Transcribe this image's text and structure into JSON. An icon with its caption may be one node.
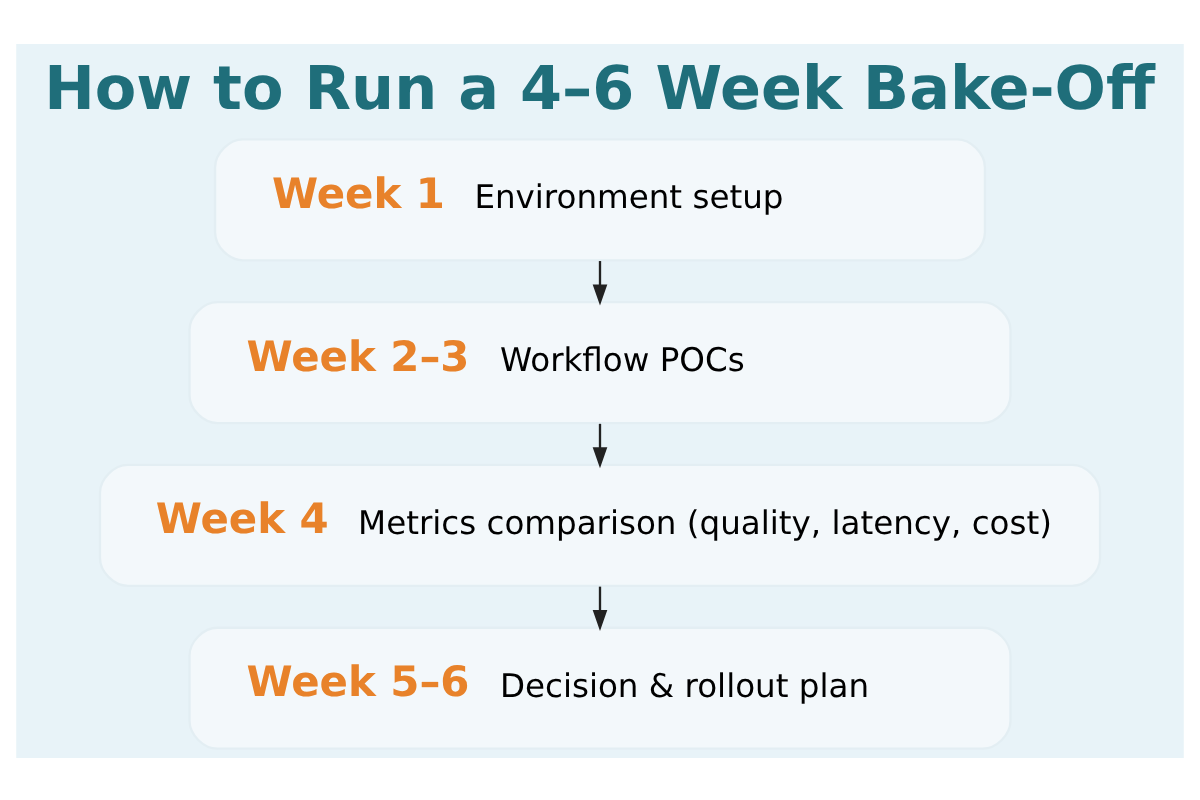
{
  "diagram": {
    "title": "How to Run a 4–6 Week Bake-Off",
    "nodes": [
      {
        "text": [
          "Week 1",
          "Environment setup"
        ]
      },
      {
        "text": [
          "Week 2–3",
          "Workflow POCs"
        ]
      },
      {
        "text": [
          "Week 4",
          "Metrics comparison (quality, latency, cost)"
        ]
      },
      {
        "text": [
          "Week 5–6",
          "Decision & rollout plan"
        ]
      }
    ],
    "edges": [
      {
        "from": 0,
        "to": 1,
        "arrow": "to"
      },
      {
        "from": 1,
        "to": 2,
        "arrow": "to"
      },
      {
        "from": 2,
        "to": 3,
        "arrow": "to"
      }
    ]
  }
}
